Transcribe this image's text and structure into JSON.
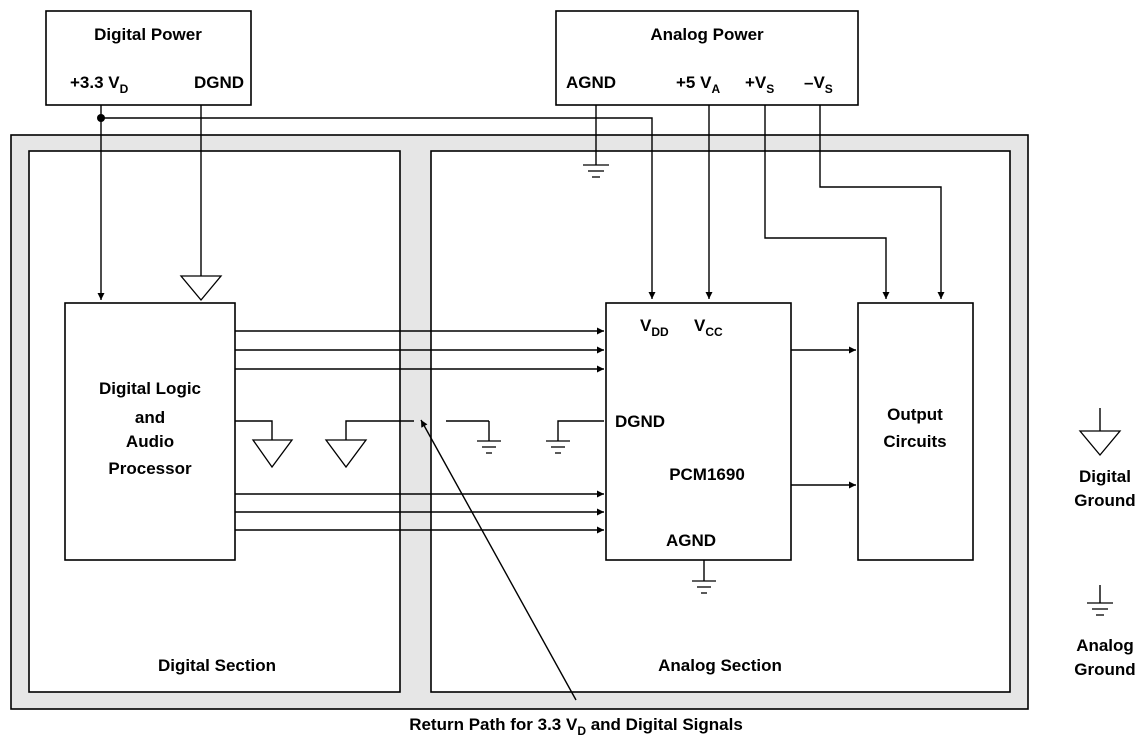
{
  "digital_power": {
    "title": "Digital Power",
    "v33_main": "+3.3 V",
    "v33_sub": "D",
    "dgnd": "DGND"
  },
  "analog_power": {
    "title": "Analog Power",
    "agnd": "AGND",
    "v5_main": "+5 V",
    "v5_sub": "A",
    "vs_pos_main": "+V",
    "vs_pos_sub": "S",
    "vs_neg_main": "–V",
    "vs_neg_sub": "S"
  },
  "digital_logic": {
    "line1": "Digital Logic",
    "line2": "and",
    "line3": "Audio",
    "line4": "Processor"
  },
  "pcm": {
    "vdd_main": "V",
    "vdd_sub": "DD",
    "vcc_main": "V",
    "vcc_sub": "CC",
    "dgnd": "DGND",
    "name": "PCM1690",
    "agnd": "AGND"
  },
  "output": {
    "line1": "Output",
    "line2": "Circuits"
  },
  "sections": {
    "digital": "Digital Section",
    "analog": "Analog Section"
  },
  "legend": {
    "digital_line1": "Digital",
    "digital_line2": "Ground",
    "analog_line1": "Analog",
    "analog_line2": "Ground"
  },
  "caption": {
    "part1": "Return Path for 3.3 V",
    "sub": "D",
    "part2": " and Digital Signals"
  }
}
